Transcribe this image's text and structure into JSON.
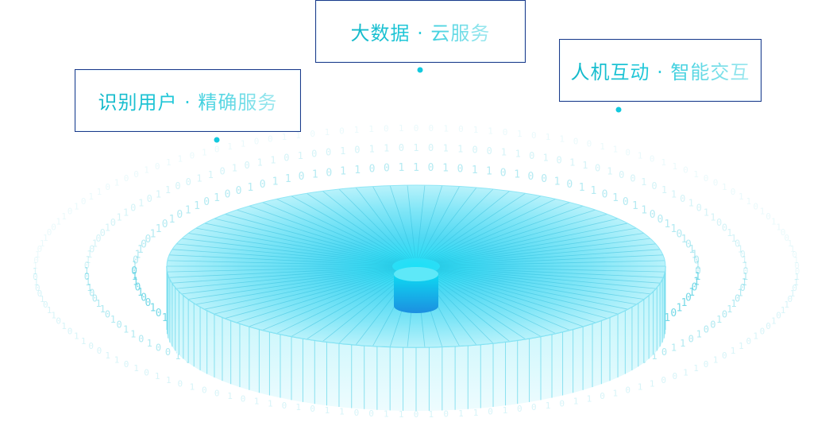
{
  "labels": {
    "left": {
      "text": "识别用户 · 精确服务"
    },
    "mid": {
      "text": "大数据 · 云服务"
    },
    "right": {
      "text": "人机互动 · 智能交互"
    }
  },
  "colors": {
    "accent": "#22c9da",
    "box_border": "#1b3a8a",
    "disk_top": "#7ce8f8",
    "disk_side": "#bff4fb",
    "binary_text": "#6fd7e6"
  },
  "binary_digits": "0110101101001011010110"
}
